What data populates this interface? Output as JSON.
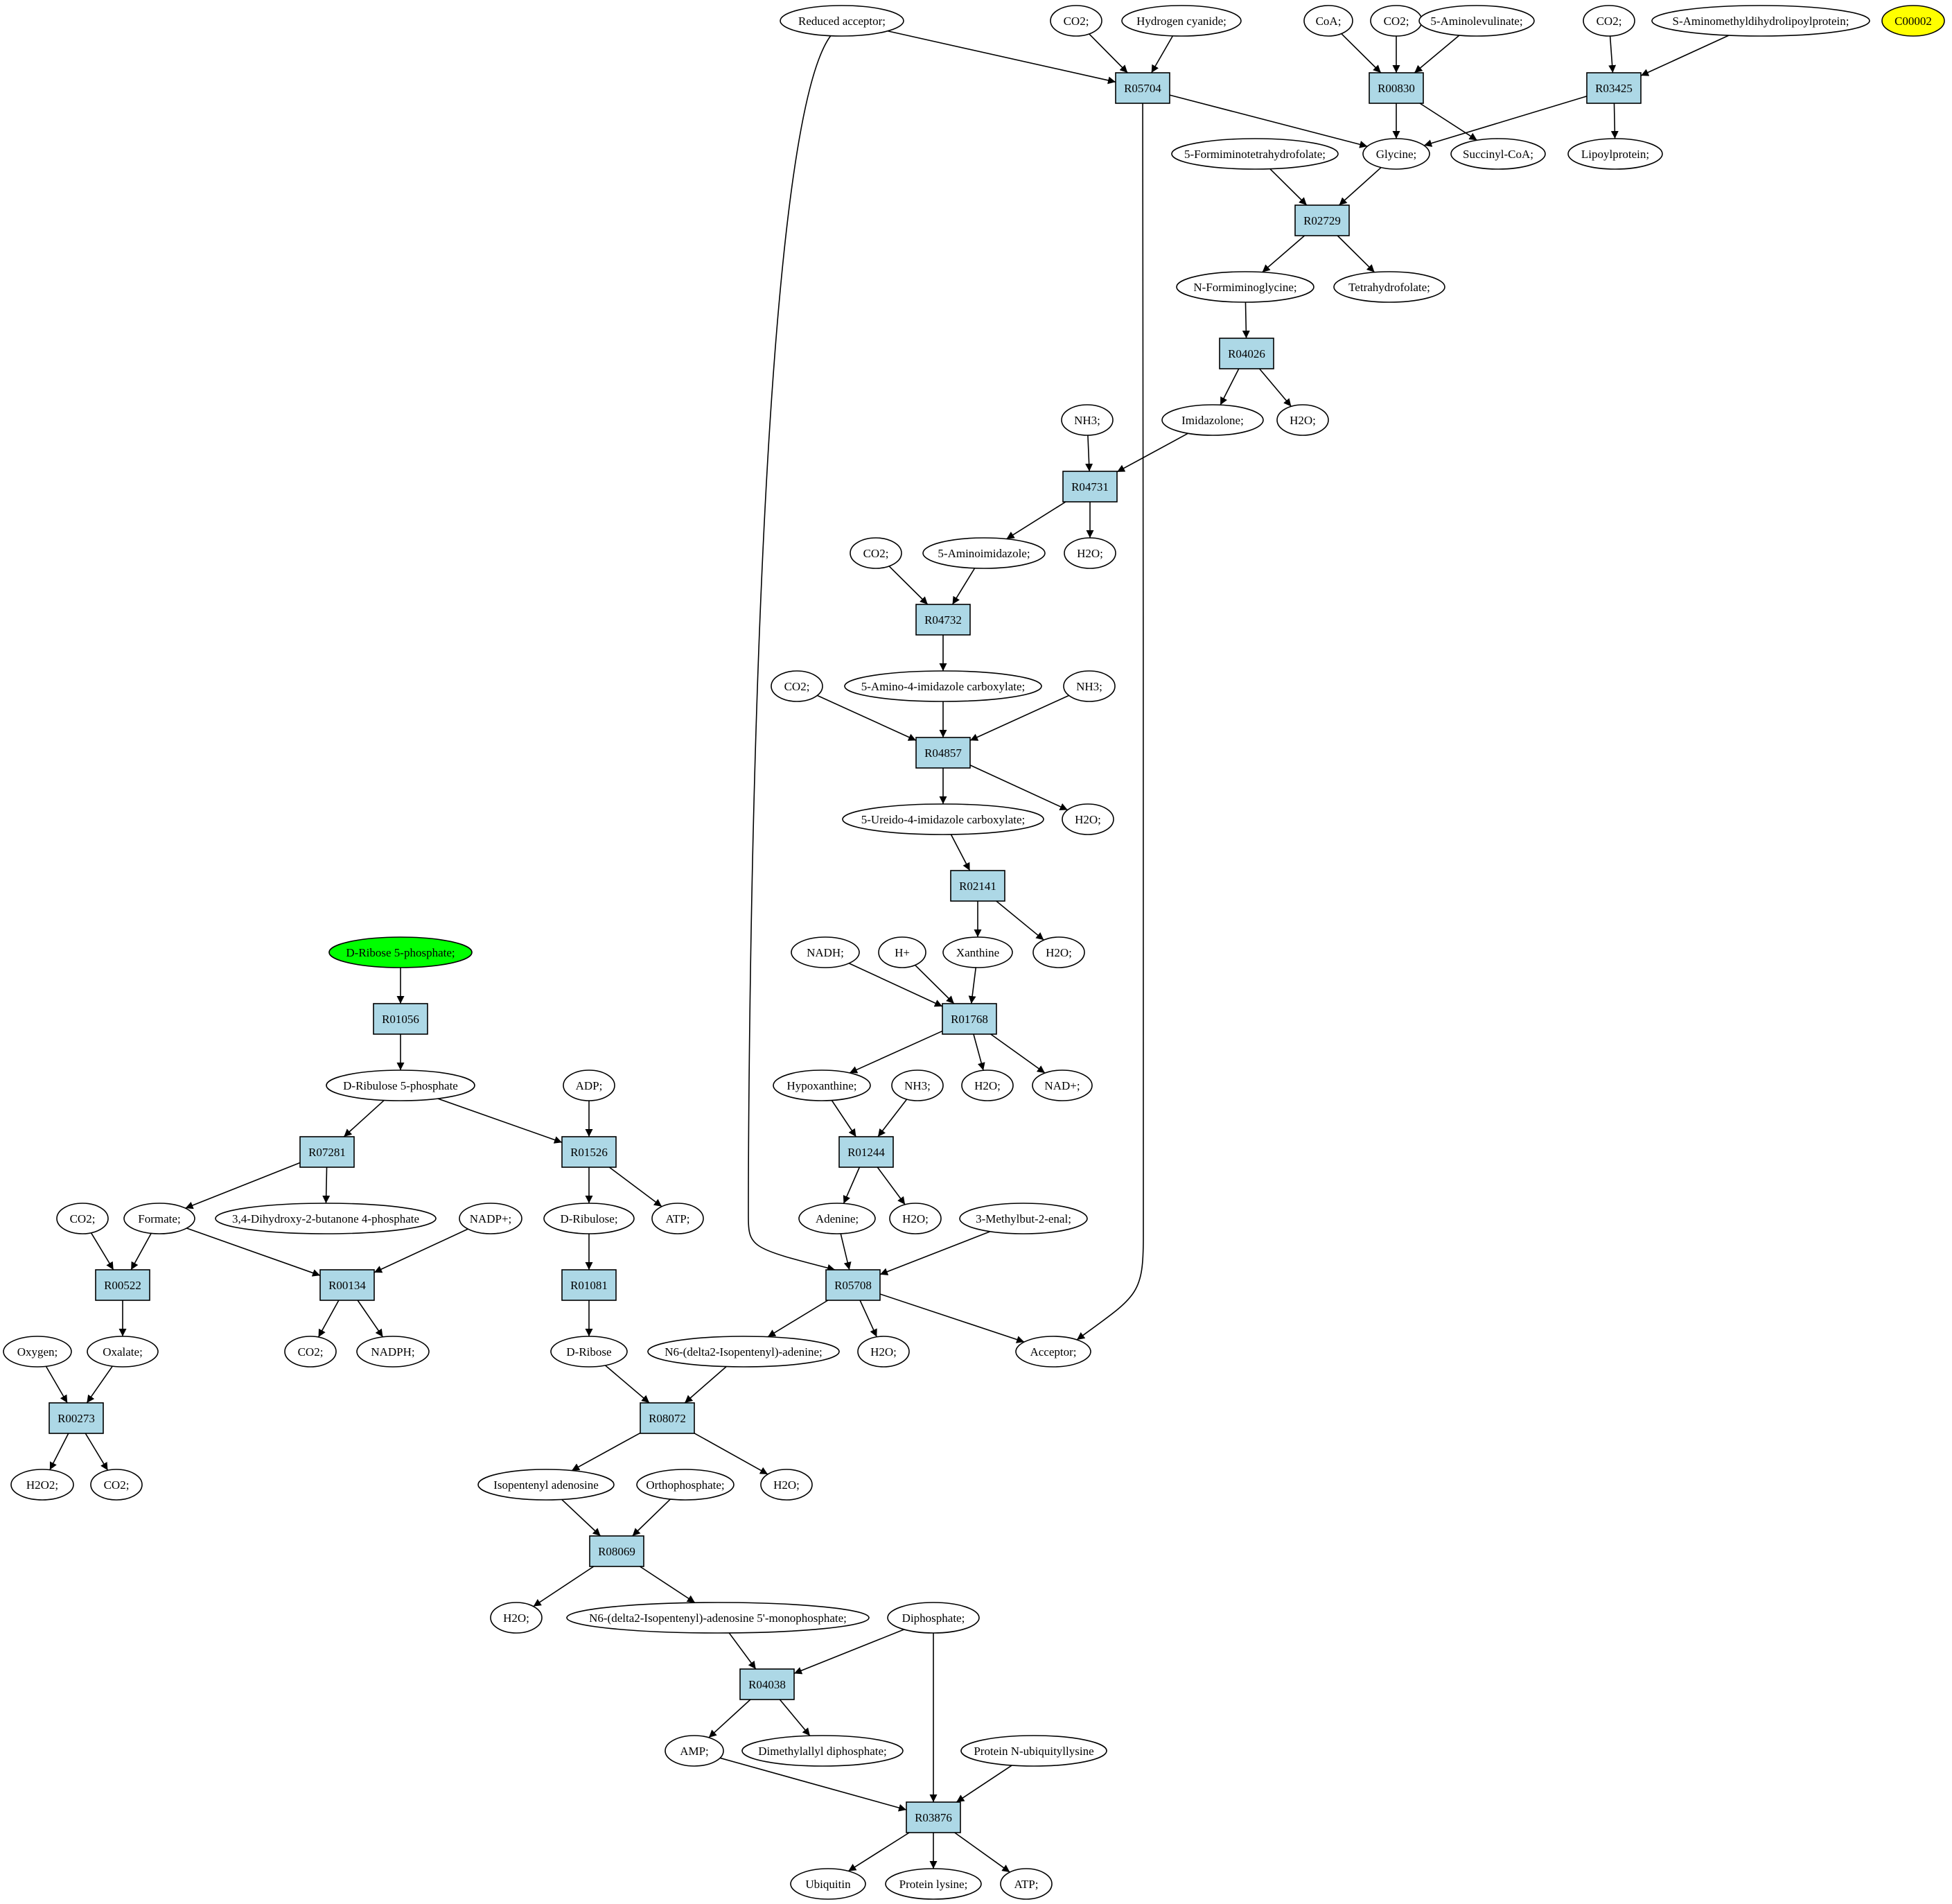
{
  "colors": {
    "reaction_fill": "#add8e6",
    "compound_fill": "#ffffff",
    "start_fill": "#00ff00",
    "highlight_fill": "#ffff00",
    "stroke": "#000000"
  },
  "nodes": [
    {
      "id": "c_red_acc",
      "label": "Reduced acceptor;",
      "kind": "compound"
    },
    {
      "id": "c_co2_a",
      "label": "CO2;",
      "kind": "compound"
    },
    {
      "id": "c_hcn",
      "label": "Hydrogen cyanide;",
      "kind": "compound"
    },
    {
      "id": "c_coa",
      "label": "CoA;",
      "kind": "compound"
    },
    {
      "id": "c_co2_b",
      "label": "CO2;",
      "kind": "compound"
    },
    {
      "id": "c_ala",
      "label": "5-Aminolevulinate;",
      "kind": "compound"
    },
    {
      "id": "c_co2_c",
      "label": "CO2;",
      "kind": "compound"
    },
    {
      "id": "c_samdlp",
      "label": "S-Aminomethyldihydrolipoylprotein;",
      "kind": "compound"
    },
    {
      "id": "c_c00002",
      "label": "C00002",
      "kind": "highlight"
    },
    {
      "id": "r_r05704",
      "label": "R05704",
      "kind": "reaction"
    },
    {
      "id": "r_r00830",
      "label": "R00830",
      "kind": "reaction"
    },
    {
      "id": "r_r03425",
      "label": "R03425",
      "kind": "reaction"
    },
    {
      "id": "c_5fthf",
      "label": "5-Formiminotetrahydrofolate;",
      "kind": "compound"
    },
    {
      "id": "c_gly",
      "label": "Glycine;",
      "kind": "compound"
    },
    {
      "id": "c_succoa",
      "label": "Succinyl-CoA;",
      "kind": "compound"
    },
    {
      "id": "c_lipo",
      "label": "Lipoylprotein;",
      "kind": "compound"
    },
    {
      "id": "r_r02729",
      "label": "R02729",
      "kind": "reaction"
    },
    {
      "id": "c_nfgly",
      "label": "N-Formiminoglycine;",
      "kind": "compound"
    },
    {
      "id": "c_thf",
      "label": "Tetrahydrofolate;",
      "kind": "compound"
    },
    {
      "id": "r_r04026",
      "label": "R04026",
      "kind": "reaction"
    },
    {
      "id": "c_nh3_a",
      "label": "NH3;",
      "kind": "compound"
    },
    {
      "id": "c_imid",
      "label": "Imidazolone;",
      "kind": "compound"
    },
    {
      "id": "c_h2o_a",
      "label": "H2O;",
      "kind": "compound"
    },
    {
      "id": "r_r04731",
      "label": "R04731",
      "kind": "reaction"
    },
    {
      "id": "c_co2_d",
      "label": "CO2;",
      "kind": "compound"
    },
    {
      "id": "c_5aimid",
      "label": "5-Aminoimidazole;",
      "kind": "compound"
    },
    {
      "id": "c_h2o_b",
      "label": "H2O;",
      "kind": "compound"
    },
    {
      "id": "r_r04732",
      "label": "R04732",
      "kind": "reaction"
    },
    {
      "id": "c_co2_e",
      "label": "CO2;",
      "kind": "compound"
    },
    {
      "id": "c_5a4ic",
      "label": "5-Amino-4-imidazole carboxylate;",
      "kind": "compound"
    },
    {
      "id": "c_nh3_b",
      "label": "NH3;",
      "kind": "compound"
    },
    {
      "id": "r_r04857",
      "label": "R04857",
      "kind": "reaction"
    },
    {
      "id": "c_5u4ic",
      "label": "5-Ureido-4-imidazole carboxylate;",
      "kind": "compound"
    },
    {
      "id": "c_h2o_c",
      "label": "H2O;",
      "kind": "compound"
    },
    {
      "id": "r_r02141",
      "label": "R02141",
      "kind": "reaction"
    },
    {
      "id": "c_nadh",
      "label": "NADH;",
      "kind": "compound"
    },
    {
      "id": "c_hplus",
      "label": "H+",
      "kind": "compound"
    },
    {
      "id": "c_xan",
      "label": "Xanthine",
      "kind": "compound"
    },
    {
      "id": "c_h2o_d",
      "label": "H2O;",
      "kind": "compound"
    },
    {
      "id": "r_r01768",
      "label": "R01768",
      "kind": "reaction"
    },
    {
      "id": "c_dr5p",
      "label": "D-Ribose 5-phosphate;",
      "kind": "start"
    },
    {
      "id": "r_r01056",
      "label": "R01056",
      "kind": "reaction"
    },
    {
      "id": "c_dru5p",
      "label": "D-Ribulose 5-phosphate",
      "kind": "compound"
    },
    {
      "id": "c_adp",
      "label": "ADP;",
      "kind": "compound"
    },
    {
      "id": "c_hypo",
      "label": "Hypoxanthine;",
      "kind": "compound"
    },
    {
      "id": "c_nh3_c",
      "label": "NH3;",
      "kind": "compound"
    },
    {
      "id": "c_h2o_e",
      "label": "H2O;",
      "kind": "compound"
    },
    {
      "id": "c_nadp",
      "label": "NAD+;",
      "kind": "compound"
    },
    {
      "id": "r_r07281",
      "label": "R07281",
      "kind": "reaction"
    },
    {
      "id": "r_r01526",
      "label": "R01526",
      "kind": "reaction"
    },
    {
      "id": "r_r01244",
      "label": "R01244",
      "kind": "reaction"
    },
    {
      "id": "c_co2_f",
      "label": "CO2;",
      "kind": "compound"
    },
    {
      "id": "c_formate",
      "label": "Formate;",
      "kind": "compound"
    },
    {
      "id": "c_dhbp",
      "label": "3,4-Dihydroxy-2-butanone 4-phosphate",
      "kind": "compound"
    },
    {
      "id": "c_nadpp",
      "label": "NADP+;",
      "kind": "compound"
    },
    {
      "id": "c_dru",
      "label": "D-Ribulose;",
      "kind": "compound"
    },
    {
      "id": "c_atp_a",
      "label": "ATP;",
      "kind": "compound"
    },
    {
      "id": "c_aden",
      "label": "Adenine;",
      "kind": "compound"
    },
    {
      "id": "c_h2o_f",
      "label": "H2O;",
      "kind": "compound"
    },
    {
      "id": "c_3mb",
      "label": "3-Methylbut-2-enal;",
      "kind": "compound"
    },
    {
      "id": "r_r00522",
      "label": "R00522",
      "kind": "reaction"
    },
    {
      "id": "r_r00134",
      "label": "R00134",
      "kind": "reaction"
    },
    {
      "id": "r_r01081",
      "label": "R01081",
      "kind": "reaction"
    },
    {
      "id": "r_r05708",
      "label": "R05708",
      "kind": "reaction"
    },
    {
      "id": "c_oxy",
      "label": "Oxygen;",
      "kind": "compound"
    },
    {
      "id": "c_oxal",
      "label": "Oxalate;",
      "kind": "compound"
    },
    {
      "id": "c_co2_g",
      "label": "CO2;",
      "kind": "compound"
    },
    {
      "id": "c_nadph",
      "label": "NADPH;",
      "kind": "compound"
    },
    {
      "id": "c_drib",
      "label": "D-Ribose",
      "kind": "compound"
    },
    {
      "id": "c_n6ia",
      "label": "N6-(delta2-Isopentenyl)-adenine;",
      "kind": "compound"
    },
    {
      "id": "c_h2o_g",
      "label": "H2O;",
      "kind": "compound"
    },
    {
      "id": "c_acc",
      "label": "Acceptor;",
      "kind": "compound"
    },
    {
      "id": "r_r00273",
      "label": "R00273",
      "kind": "reaction"
    },
    {
      "id": "r_r08072",
      "label": "R08072",
      "kind": "reaction"
    },
    {
      "id": "c_h2o2",
      "label": "H2O2;",
      "kind": "compound"
    },
    {
      "id": "c_co2_h",
      "label": "CO2;",
      "kind": "compound"
    },
    {
      "id": "c_ipa",
      "label": "Isopentenyl adenosine",
      "kind": "compound"
    },
    {
      "id": "c_pi",
      "label": "Orthophosphate;",
      "kind": "compound"
    },
    {
      "id": "c_h2o_h",
      "label": "H2O;",
      "kind": "compound"
    },
    {
      "id": "r_r08069",
      "label": "R08069",
      "kind": "reaction"
    },
    {
      "id": "c_h2o_i",
      "label": "H2O;",
      "kind": "compound"
    },
    {
      "id": "c_n6iamp",
      "label": "N6-(delta2-Isopentenyl)-adenosine 5'-monophosphate;",
      "kind": "compound"
    },
    {
      "id": "c_ppi",
      "label": "Diphosphate;",
      "kind": "compound"
    },
    {
      "id": "r_r04038",
      "label": "R04038",
      "kind": "reaction"
    },
    {
      "id": "c_amp",
      "label": "AMP;",
      "kind": "compound"
    },
    {
      "id": "c_dmapp",
      "label": "Dimethylallyl diphosphate;",
      "kind": "compound"
    },
    {
      "id": "c_pnul",
      "label": "Protein N-ubiquityllysine",
      "kind": "compound"
    },
    {
      "id": "r_r03876",
      "label": "R03876",
      "kind": "reaction"
    },
    {
      "id": "c_ubi",
      "label": "Ubiquitin",
      "kind": "compound"
    },
    {
      "id": "c_plys",
      "label": "Protein lysine;",
      "kind": "compound"
    },
    {
      "id": "c_atp_b",
      "label": "ATP;",
      "kind": "compound"
    }
  ],
  "edges": [
    [
      "c_red_acc",
      "r_r05704"
    ],
    [
      "c_co2_a",
      "r_r05704"
    ],
    [
      "c_hcn",
      "r_r05704"
    ],
    [
      "r_r05704",
      "c_gly"
    ],
    [
      "r_r05704",
      "c_acc"
    ],
    [
      "c_red_acc",
      "r_r05708"
    ],
    [
      "c_coa",
      "r_r00830"
    ],
    [
      "c_co2_b",
      "r_r00830"
    ],
    [
      "c_ala",
      "r_r00830"
    ],
    [
      "r_r00830",
      "c_gly"
    ],
    [
      "r_r00830",
      "c_succoa"
    ],
    [
      "c_co2_c",
      "r_r03425"
    ],
    [
      "c_samdlp",
      "r_r03425"
    ],
    [
      "r_r03425",
      "c_gly"
    ],
    [
      "r_r03425",
      "c_lipo"
    ],
    [
      "c_5fthf",
      "r_r02729"
    ],
    [
      "c_gly",
      "r_r02729"
    ],
    [
      "r_r02729",
      "c_nfgly"
    ],
    [
      "r_r02729",
      "c_thf"
    ],
    [
      "c_nfgly",
      "r_r04026"
    ],
    [
      "r_r04026",
      "c_imid"
    ],
    [
      "r_r04026",
      "c_h2o_a"
    ],
    [
      "c_nh3_a",
      "r_r04731"
    ],
    [
      "c_imid",
      "r_r04731"
    ],
    [
      "r_r04731",
      "c_5aimid"
    ],
    [
      "r_r04731",
      "c_h2o_b"
    ],
    [
      "c_co2_d",
      "r_r04732"
    ],
    [
      "c_5aimid",
      "r_r04732"
    ],
    [
      "r_r04732",
      "c_5a4ic"
    ],
    [
      "c_co2_e",
      "r_r04857"
    ],
    [
      "c_5a4ic",
      "r_r04857"
    ],
    [
      "c_nh3_b",
      "r_r04857"
    ],
    [
      "r_r04857",
      "c_5u4ic"
    ],
    [
      "r_r04857",
      "c_h2o_c"
    ],
    [
      "c_5u4ic",
      "r_r02141"
    ],
    [
      "r_r02141",
      "c_xan"
    ],
    [
      "r_r02141",
      "c_h2o_d"
    ],
    [
      "c_nadh",
      "r_r01768"
    ],
    [
      "c_hplus",
      "r_r01768"
    ],
    [
      "c_xan",
      "r_r01768"
    ],
    [
      "r_r01768",
      "c_hypo"
    ],
    [
      "r_r01768",
      "c_h2o_e"
    ],
    [
      "r_r01768",
      "c_nadp"
    ],
    [
      "c_hypo",
      "r_r01244"
    ],
    [
      "c_nh3_c",
      "r_r01244"
    ],
    [
      "r_r01244",
      "c_aden"
    ],
    [
      "r_r01244",
      "c_h2o_f"
    ],
    [
      "c_aden",
      "r_r05708"
    ],
    [
      "c_3mb",
      "r_r05708"
    ],
    [
      "r_r05708",
      "c_n6ia"
    ],
    [
      "r_r05708",
      "c_h2o_g"
    ],
    [
      "r_r05708",
      "c_acc"
    ],
    [
      "c_dr5p",
      "r_r01056"
    ],
    [
      "r_r01056",
      "c_dru5p"
    ],
    [
      "c_dru5p",
      "r_r07281"
    ],
    [
      "c_dru5p",
      "r_r01526"
    ],
    [
      "c_adp",
      "r_r01526"
    ],
    [
      "r_r07281",
      "c_formate"
    ],
    [
      "r_r07281",
      "c_dhbp"
    ],
    [
      "r_r01526",
      "c_dru"
    ],
    [
      "r_r01526",
      "c_atp_a"
    ],
    [
      "c_co2_f",
      "r_r00522"
    ],
    [
      "c_formate",
      "r_r00522"
    ],
    [
      "r_r00522",
      "c_oxal"
    ],
    [
      "c_formate",
      "r_r00134"
    ],
    [
      "c_nadpp",
      "r_r00134"
    ],
    [
      "r_r00134",
      "c_co2_g"
    ],
    [
      "r_r00134",
      "c_nadph"
    ],
    [
      "c_dru",
      "r_r01081"
    ],
    [
      "r_r01081",
      "c_drib"
    ],
    [
      "c_oxy",
      "r_r00273"
    ],
    [
      "c_oxal",
      "r_r00273"
    ],
    [
      "r_r00273",
      "c_h2o2"
    ],
    [
      "r_r00273",
      "c_co2_h"
    ],
    [
      "c_drib",
      "r_r08072"
    ],
    [
      "c_n6ia",
      "r_r08072"
    ],
    [
      "r_r08072",
      "c_ipa"
    ],
    [
      "r_r08072",
      "c_h2o_h"
    ],
    [
      "c_ipa",
      "r_r08069"
    ],
    [
      "c_pi",
      "r_r08069"
    ],
    [
      "r_r08069",
      "c_h2o_i"
    ],
    [
      "r_r08069",
      "c_n6iamp"
    ],
    [
      "c_n6iamp",
      "r_r04038"
    ],
    [
      "c_ppi",
      "r_r04038"
    ],
    [
      "r_r04038",
      "c_amp"
    ],
    [
      "r_r04038",
      "c_dmapp"
    ],
    [
      "c_amp",
      "r_r03876"
    ],
    [
      "c_ppi",
      "r_r03876"
    ],
    [
      "c_pnul",
      "r_r03876"
    ],
    [
      "r_r03876",
      "c_ubi"
    ],
    [
      "r_r03876",
      "c_plys"
    ],
    [
      "r_r03876",
      "c_atp_b"
    ]
  ]
}
